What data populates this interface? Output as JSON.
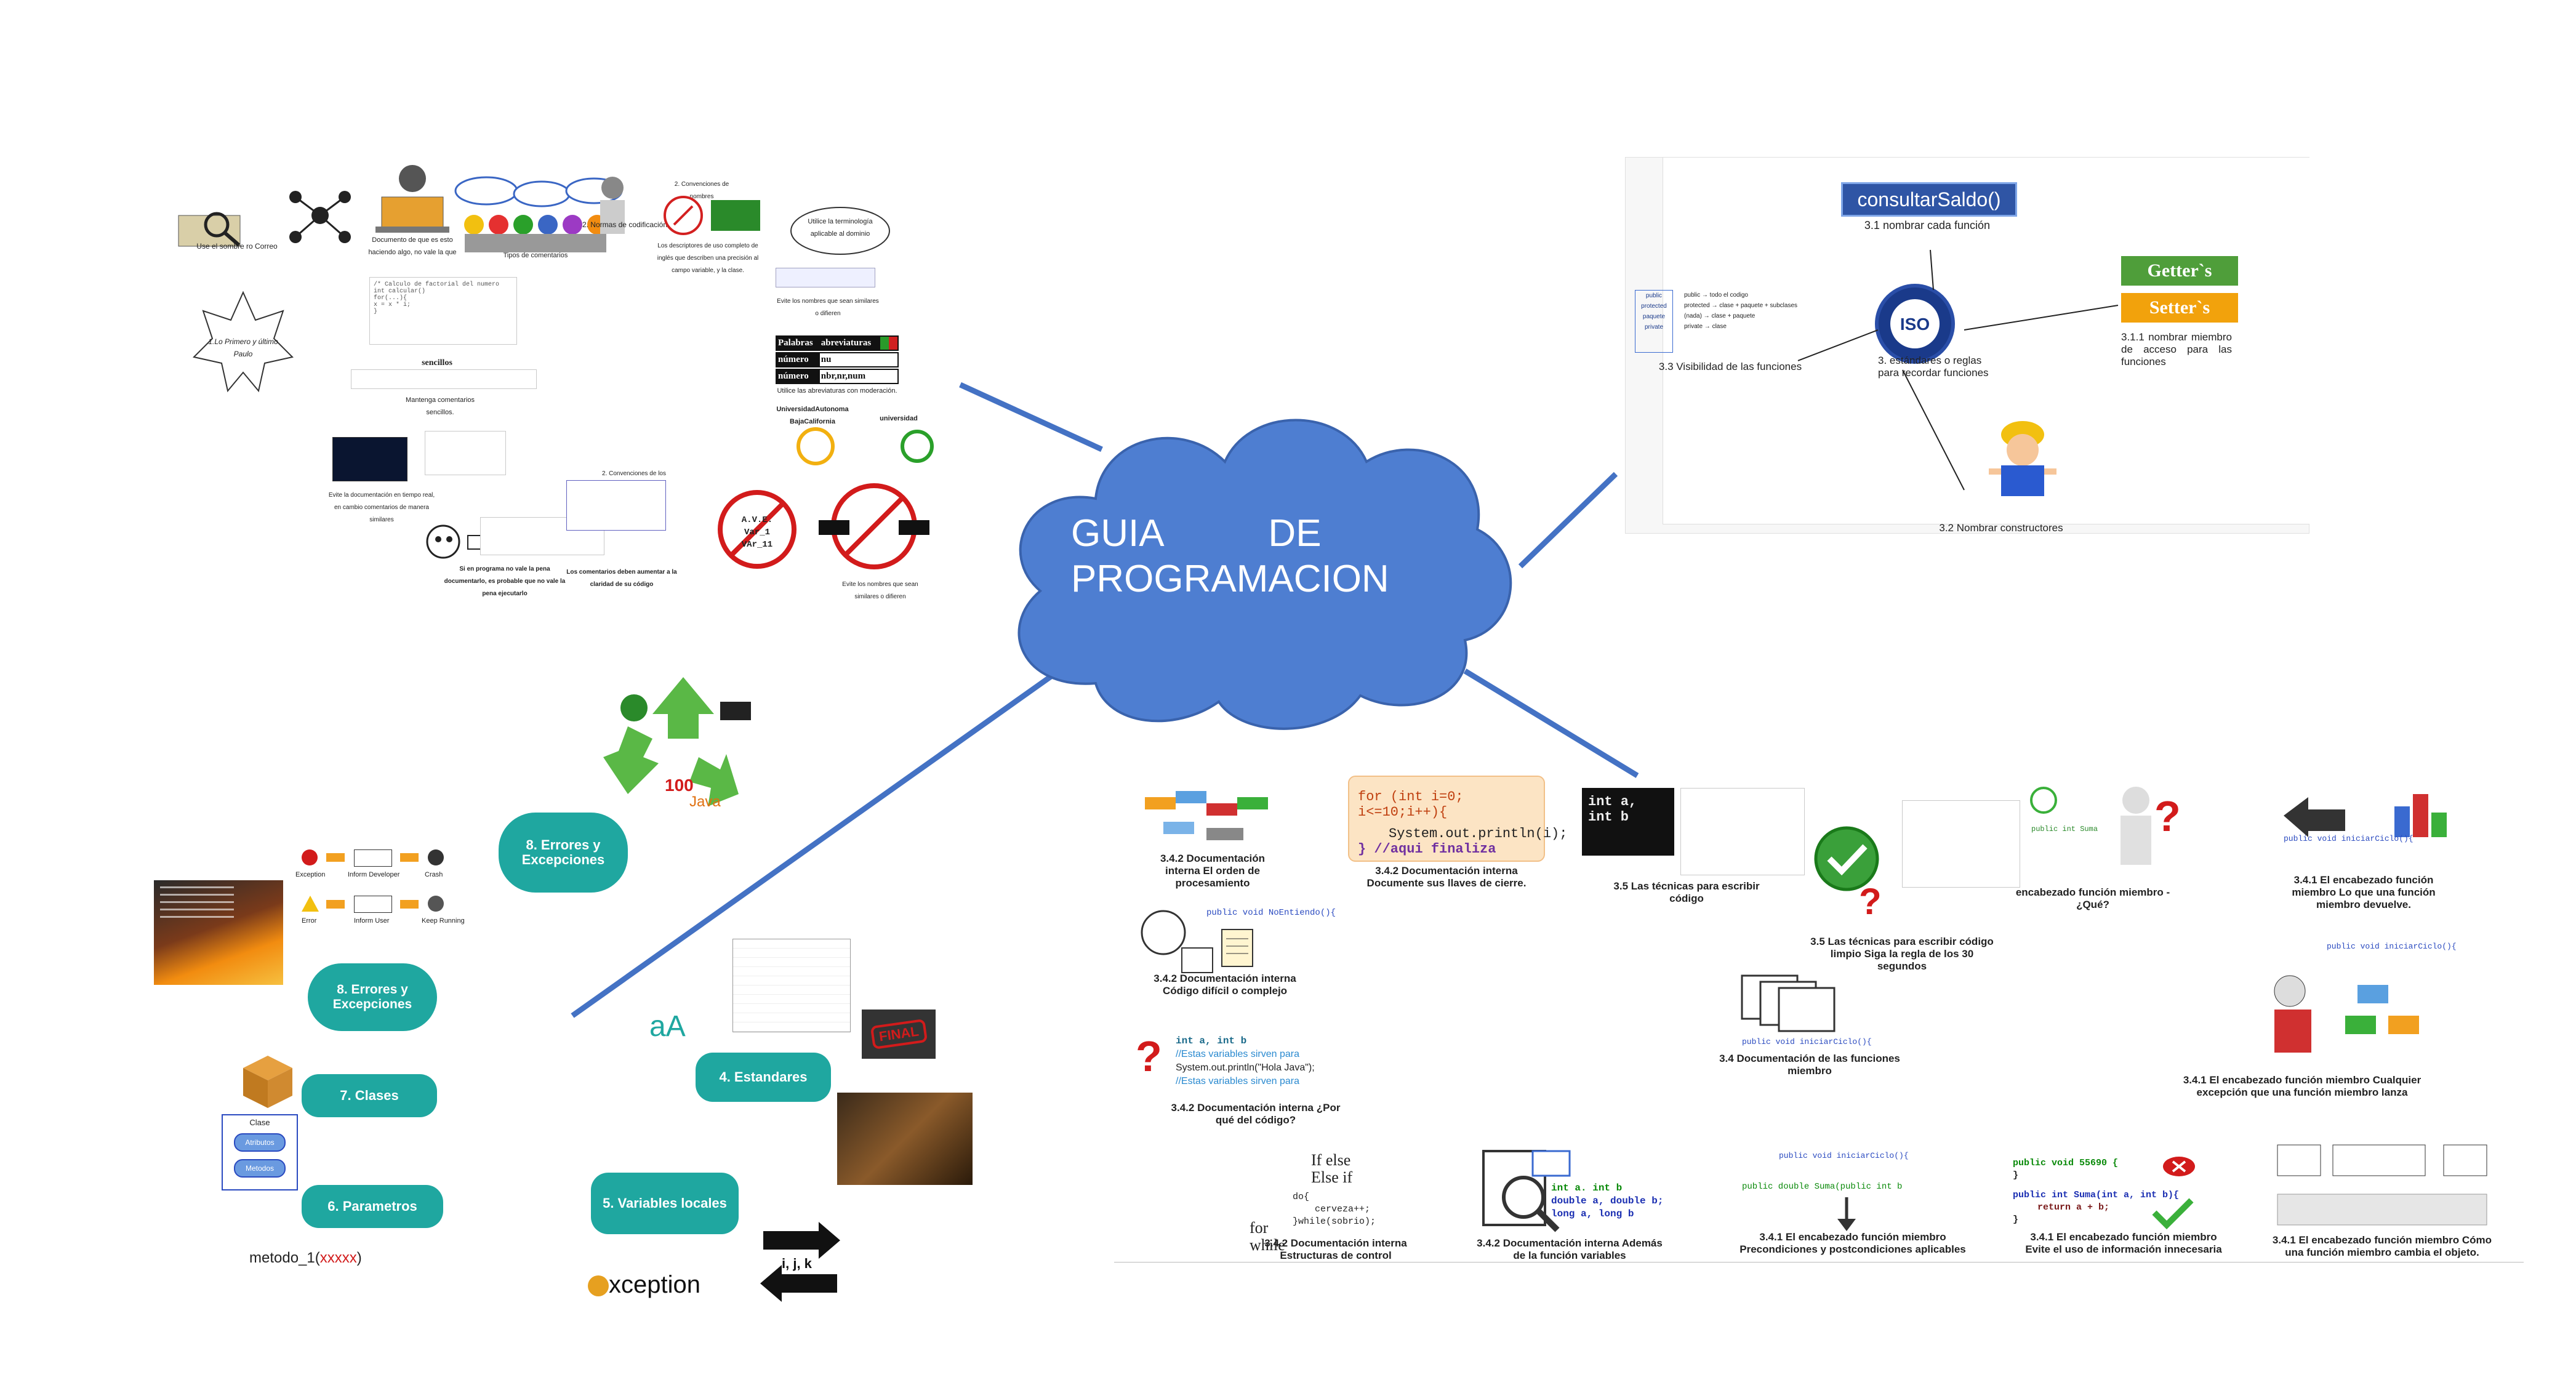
{
  "center": {
    "title_line1": "GUIA          DE",
    "title_line2": "PROGRAMACION"
  },
  "colors": {
    "cloud": "#4e7ed1",
    "branch_line": "#4472c4",
    "teal_pill": "#1fa7a0",
    "getter": "#4f9e3a",
    "setter": "#f2a20c",
    "consultar": "#2f55a5"
  },
  "top_left": {
    "mini_caption": "Use el sombre ro Correo",
    "star_text": "1.Lo Primero y último Paulo",
    "doc_left": "Documento de que es esto haciendo algo, no vale la que",
    "tipos": "Tipos de comentarios",
    "normas": "2. Normas de codificación",
    "conv_small": "2. Convenciones de nombres",
    "hint_terminologia": "Utilice la terminología aplicable al dominio",
    "descriptores": "Los descriptores de uso completo de inglés que describen una precisión al campo variable, y la clase.",
    "evite": "Evite los nombres que sean similares o difieren",
    "abreviaturas": "Utilice las abreviaturas con moderación.",
    "tabla": [
      [
        "Palabras",
        "abreviaturas"
      ],
      [
        "número",
        "nu"
      ],
      [
        "número",
        "nbr,nr,num"
      ]
    ],
    "univ1": "UniversidadAutonoma BajaCalifornia",
    "univ2": "universidad",
    "sencillos": "sencillos",
    "mantenga": "Mantenga comentarios sencillos.",
    "tiempo": "Evite la documentación en tiempo real, en cambio comentarios de manera similares",
    "si_programa": "Si en programa no vale la pena documentarlo, es probable que no vale la pena ejecutarlo",
    "los_comentarios": "Los comentarios deben aumentar a la claridad de su código",
    "conv_nombres": "2. Convenciones de los",
    "ave_text": "A.V.E. Var_1 VAr_11",
    "code_lines": [
      "/* Calculo de factorial del numero",
      "int calcular()",
      "for(...){",
      "x = x * i;",
      "}"
    ]
  },
  "top_right": {
    "consultar": "consultarSaldo()",
    "nombrar_funcion": "3.1 nombrar cada función",
    "getter": "Getter`s",
    "setter": "Setter`s",
    "miembro_acceso": "3.1.1          nombrar miembro de acceso para las funciones",
    "estandares": "3. estándares o reglas para recordar funciones",
    "visibilidad": "3.3 Visibilidad de las funciones",
    "nombrar_constructores": "3.2 Nombrar constructores",
    "iso": "ISO",
    "vis_labels": [
      "public",
      "protected",
      "paquete",
      "private"
    ],
    "vis_desc": [
      "public → todo el codigo",
      "protected → clase + paquete + subclases",
      "(nada) → clase + paquete",
      "private → clase"
    ]
  },
  "bottom_right": {
    "doc_orden": "3.4.2 Documentación interna El orden de procesamiento",
    "doc_llaves": "3.4.2 Documentación interna Documente sus llaves de cierre.",
    "for_line": "for (int i=0; i<=10;i++){",
    "println_line": "System.out.println(i);",
    "comment_line": "} //aqui finaliza",
    "tecnicas1": "3.5 Las técnicas para escribir código",
    "tecnicas2": "3.5 Las técnicas para escribir código limpio Siga la regla de los 30 segundos",
    "int_ab": "int a, int b",
    "encabezado_que": "encabezado función miembro - ¿Qué?",
    "encabezado_devuelve": "3.4.1 El encabezado función miembro Lo que una función miembro devuelve.",
    "public_iniciar": "public void iniciarCiclo(){",
    "no_entiendo": "public void NoEntiendo(){",
    "doc_dificil": "3.4.2 Documentación interna Código difícil o complejo",
    "doc_miembro": "3.4 Documentación de las funciones miembro",
    "excepcion": "3.4.1 El encabezado función miembro Cualquier excepción que una función miembro lanza",
    "int_code": [
      "int a,  int b",
      "//Estas variables sirven para",
      "System.out.println(\"Hola Java\");",
      "//Estas variables sirven para"
    ],
    "doc_porque": "3.4.2 Documentación interna ¿Por qué del código?",
    "control_words": [
      "If else",
      "Else if",
      "for",
      "while"
    ],
    "do_code": [
      "do{",
      "cerveza++;",
      "}while(sobrio);"
    ],
    "doc_control": "3.4.2 Documentación interna Estructuras de control",
    "var_code": [
      "int a. int b",
      "double a, double b;",
      "long a, long b"
    ],
    "doc_variables": "3.4.2 Documentación interna Además de la función variables",
    "suma_code": "public double Suma(public int b",
    "precondiciones": "3.4.1 El encabezado función miembro Precondiciones y postcondiciones aplicables",
    "public_suma": [
      "public void 55690 {",
      "}",
      "public int Suma(int a, int b){",
      "return a + b;",
      "}"
    ],
    "evite_info": "3.4.1 El encabezado función miembro Evite el uso de información innecesaria",
    "cambia": "3.4.1 El encabezado función miembro Cómo una función miembro cambia el objeto."
  },
  "bottom_left": {
    "errores8_top": "8. Errores y Excepciones",
    "errores8_bottom": "8. Errores y Excepciones",
    "estandares4": "4. Estandares",
    "clases7": "7. Clases",
    "parametros6": "6. Parametros",
    "variables5": "5. Variables locales",
    "aA": "aA",
    "final": "FINAL",
    "exception": "xception",
    "ijk": "i, j, k",
    "metodo": "metodo_1(",
    "metodo_arg": "xxxxx",
    "metodo_end": ")",
    "clase": "Clase",
    "atributos": "Atributos",
    "metodos": "Metodos",
    "java": "Java",
    "flow_labels": [
      "Exception",
      "Inform Developer",
      "Crash",
      "Error",
      "Inform User",
      "Keep Running"
    ]
  }
}
